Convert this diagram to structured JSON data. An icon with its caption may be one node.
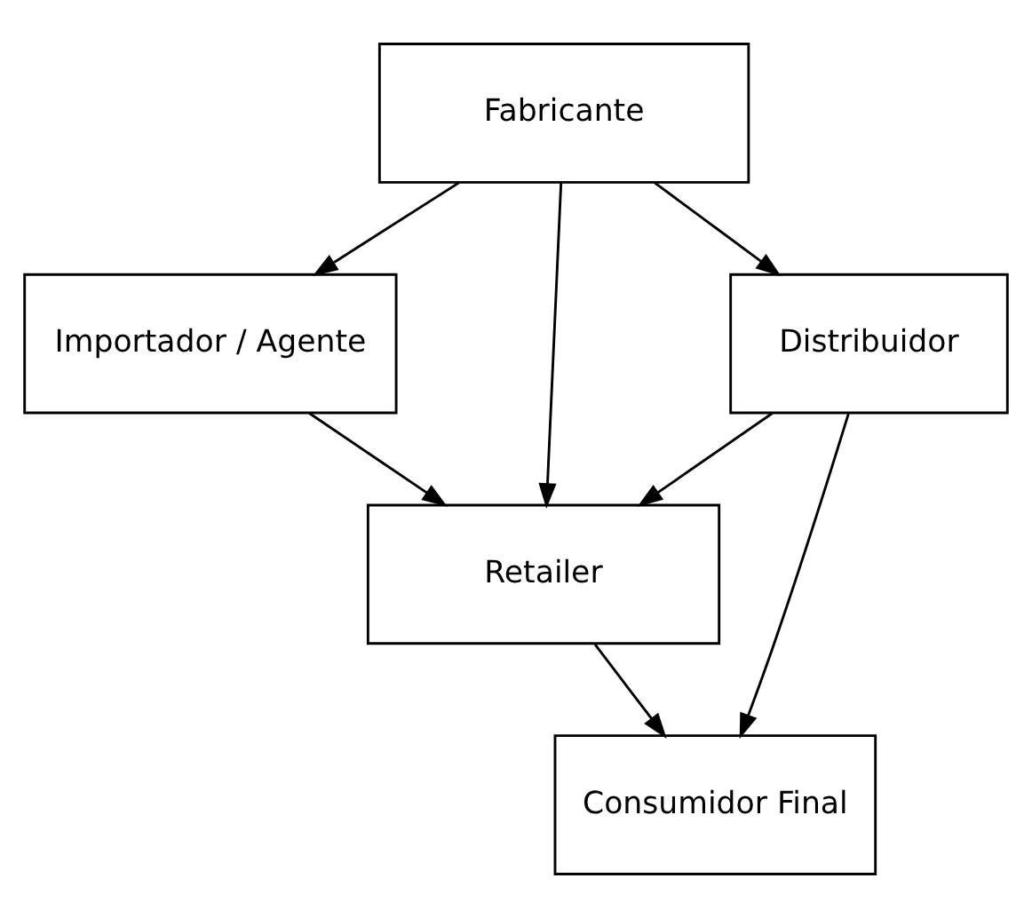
{
  "diagram": {
    "nodes": [
      {
        "text": [
          "Fabricante"
        ]
      },
      {
        "text": [
          "Importador / Agente"
        ]
      },
      {
        "text": [
          "Distribuidor"
        ]
      },
      {
        "text": [
          "Retailer"
        ]
      },
      {
        "text": [
          "Consumidor Final"
        ]
      }
    ],
    "edges": [
      {
        "from": 0,
        "to": 1,
        "arrow": "to"
      },
      {
        "from": 0,
        "to": 3,
        "arrow": "to"
      },
      {
        "from": 0,
        "to": 2,
        "arrow": "to"
      },
      {
        "from": 1,
        "to": 3,
        "arrow": "to"
      },
      {
        "from": 2,
        "to": 3,
        "arrow": "to"
      },
      {
        "from": 3,
        "to": 4,
        "arrow": "to"
      },
      {
        "from": 2,
        "to": 4,
        "arrow": "to"
      }
    ]
  }
}
